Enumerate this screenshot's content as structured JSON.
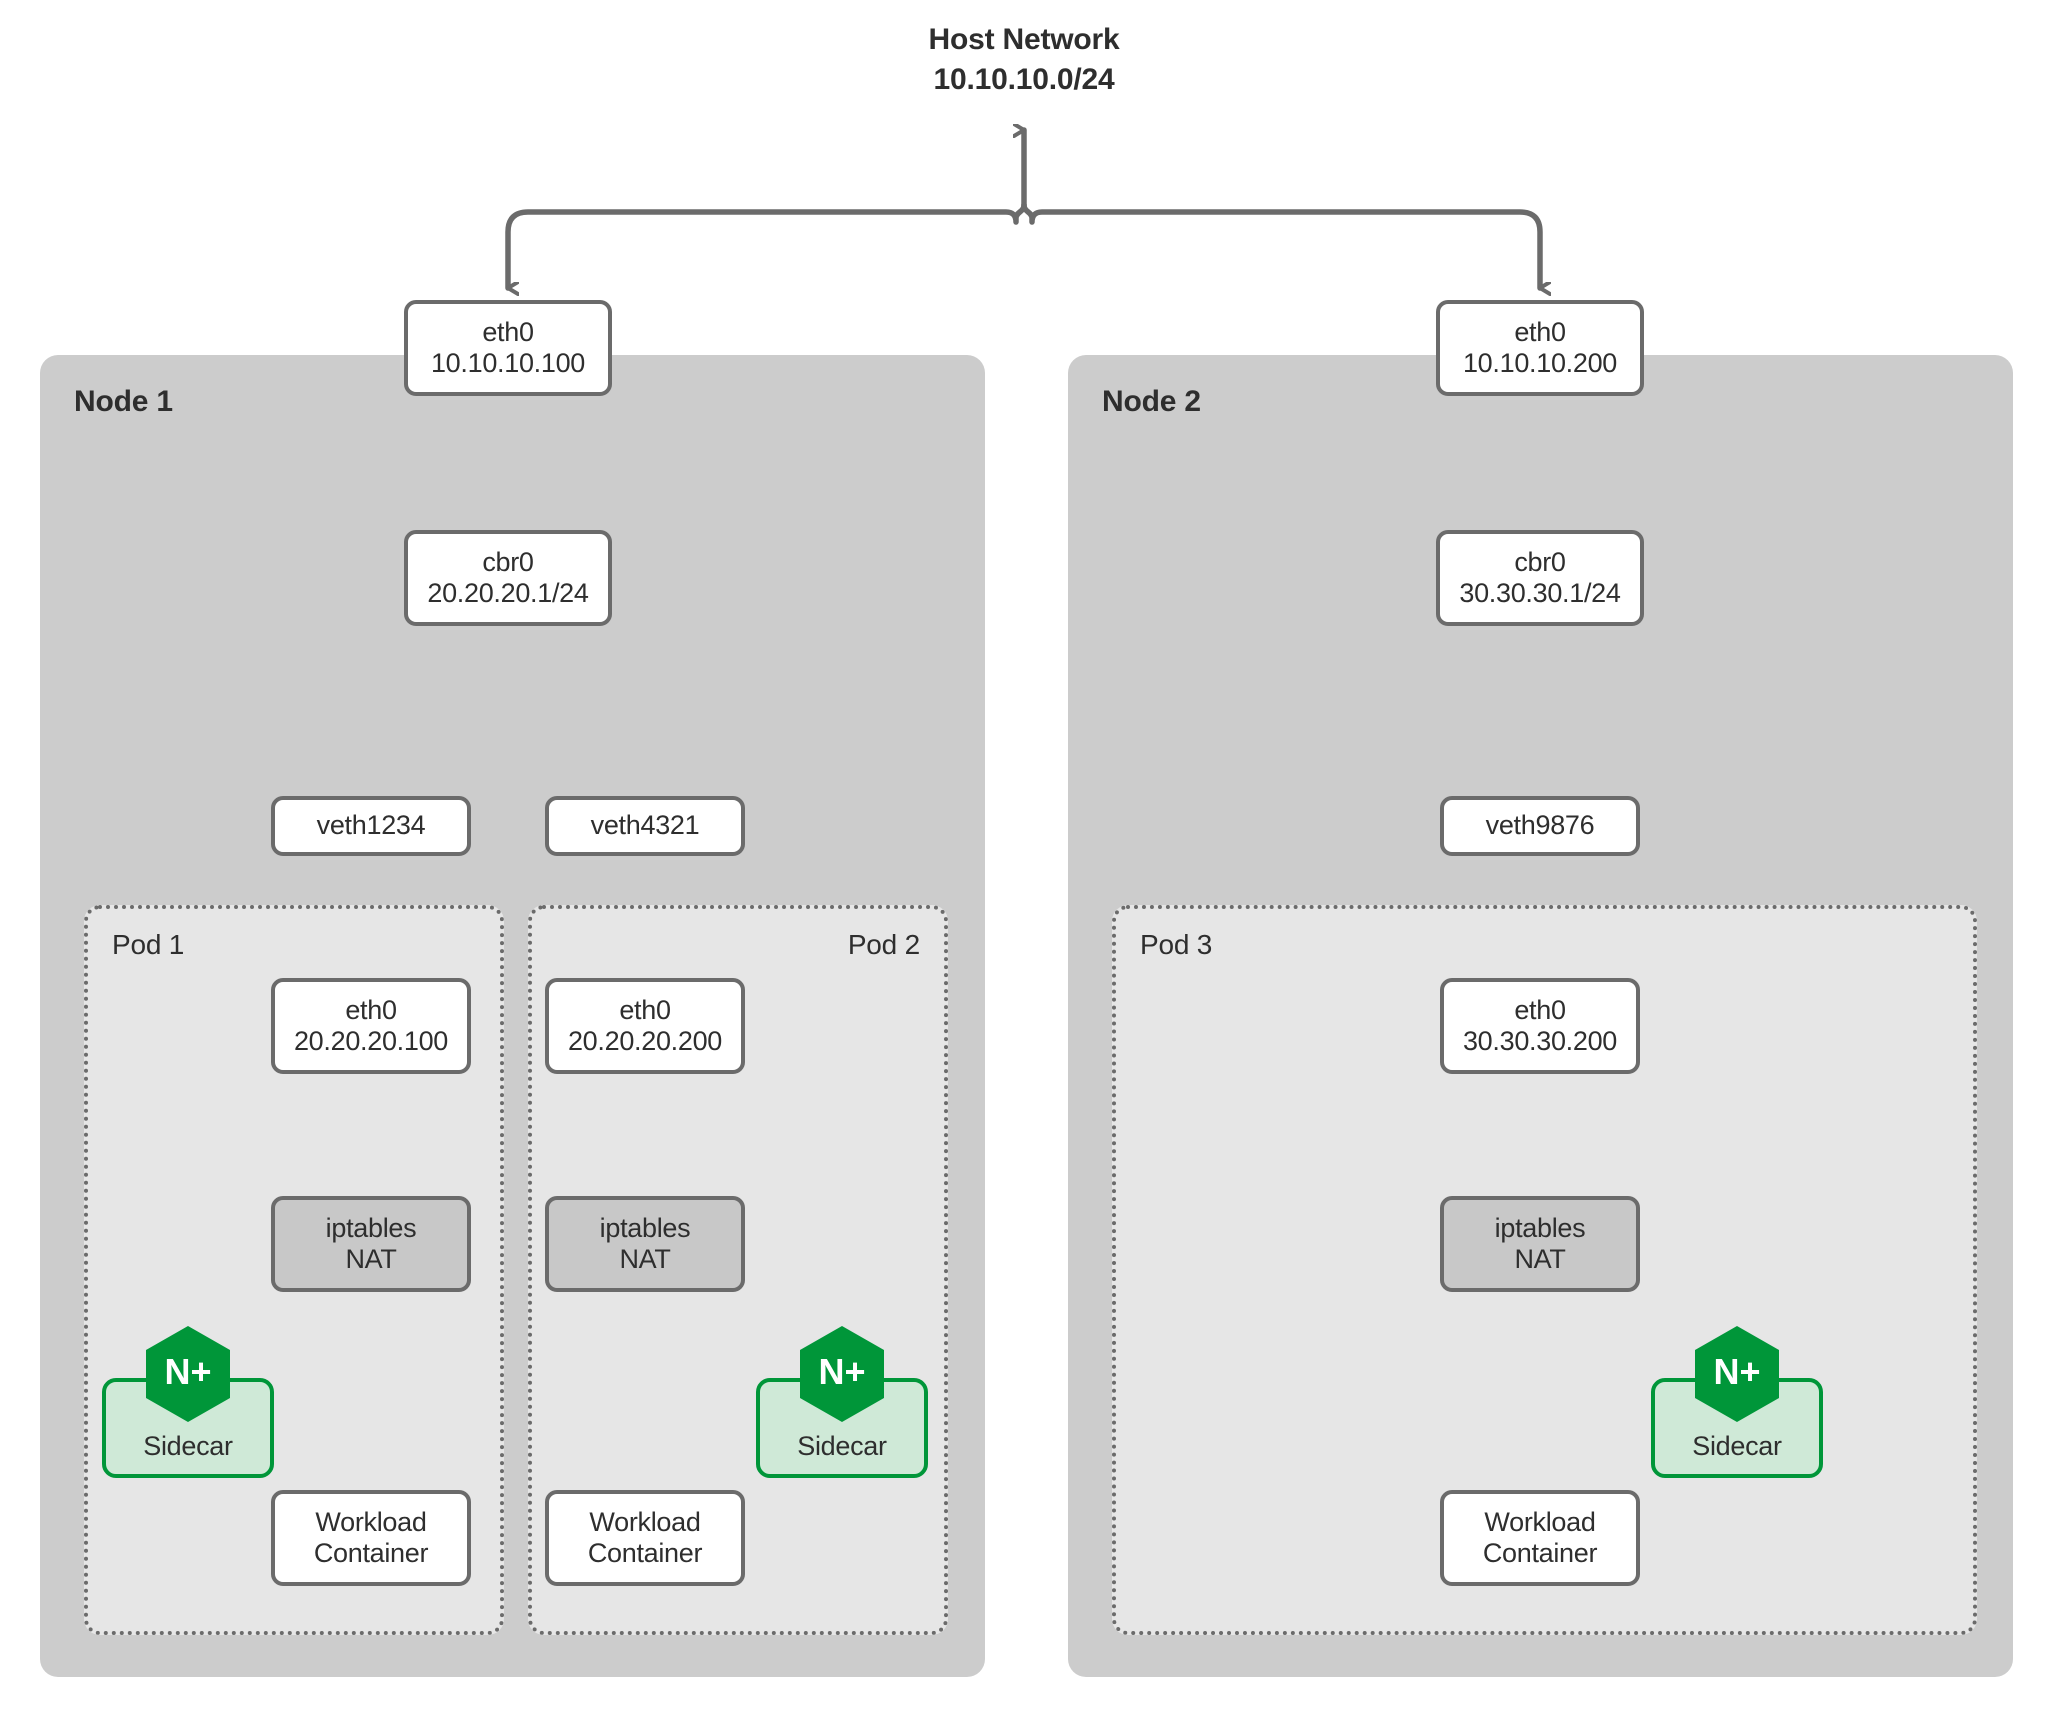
{
  "diagram": {
    "title_line1": "Host Network",
    "title_line2": "10.10.10.0/24",
    "colors": {
      "node_panel": "#cccccc",
      "pod_panel": "#e6e6e6",
      "box_border": "#6b6b6b",
      "nat_fill": "#c8c8c8",
      "nginx_green": "#009639",
      "sidecar_fill": "#cfe9d7",
      "text": "#2e2e2e"
    },
    "nodes": [
      {
        "label": "Node 1",
        "eth0_name": "eth0",
        "eth0_addr": "10.10.10.100",
        "bridge_name": "cbr0",
        "bridge_addr": "20.20.20.1/24",
        "veths": [
          "veth1234",
          "veth4321"
        ],
        "pods": [
          {
            "label": "Pod 1",
            "label_align": "left",
            "eth0_name": "eth0",
            "eth0_addr": "20.20.20.100",
            "nat_line1": "iptables",
            "nat_line2": "NAT",
            "sidecar_label": "Sidecar",
            "sidecar_badge": "N+",
            "sidecar_side": "left",
            "workload_line1": "Workload",
            "workload_line2": "Container"
          },
          {
            "label": "Pod 2",
            "label_align": "right",
            "eth0_name": "eth0",
            "eth0_addr": "20.20.20.200",
            "nat_line1": "iptables",
            "nat_line2": "NAT",
            "sidecar_label": "Sidecar",
            "sidecar_badge": "N+",
            "sidecar_side": "right",
            "workload_line1": "Workload",
            "workload_line2": "Container"
          }
        ]
      },
      {
        "label": "Node 2",
        "eth0_name": "eth0",
        "eth0_addr": "10.10.10.200",
        "bridge_name": "cbr0",
        "bridge_addr": "30.30.30.1/24",
        "veths": [
          "veth9876"
        ],
        "pods": [
          {
            "label": "Pod 3",
            "label_align": "left",
            "eth0_name": "eth0",
            "eth0_addr": "30.30.30.200",
            "nat_line1": "iptables",
            "nat_line2": "NAT",
            "sidecar_label": "Sidecar",
            "sidecar_badge": "N+",
            "sidecar_side": "right",
            "workload_line1": "Workload",
            "workload_line2": "Container"
          }
        ]
      }
    ]
  }
}
